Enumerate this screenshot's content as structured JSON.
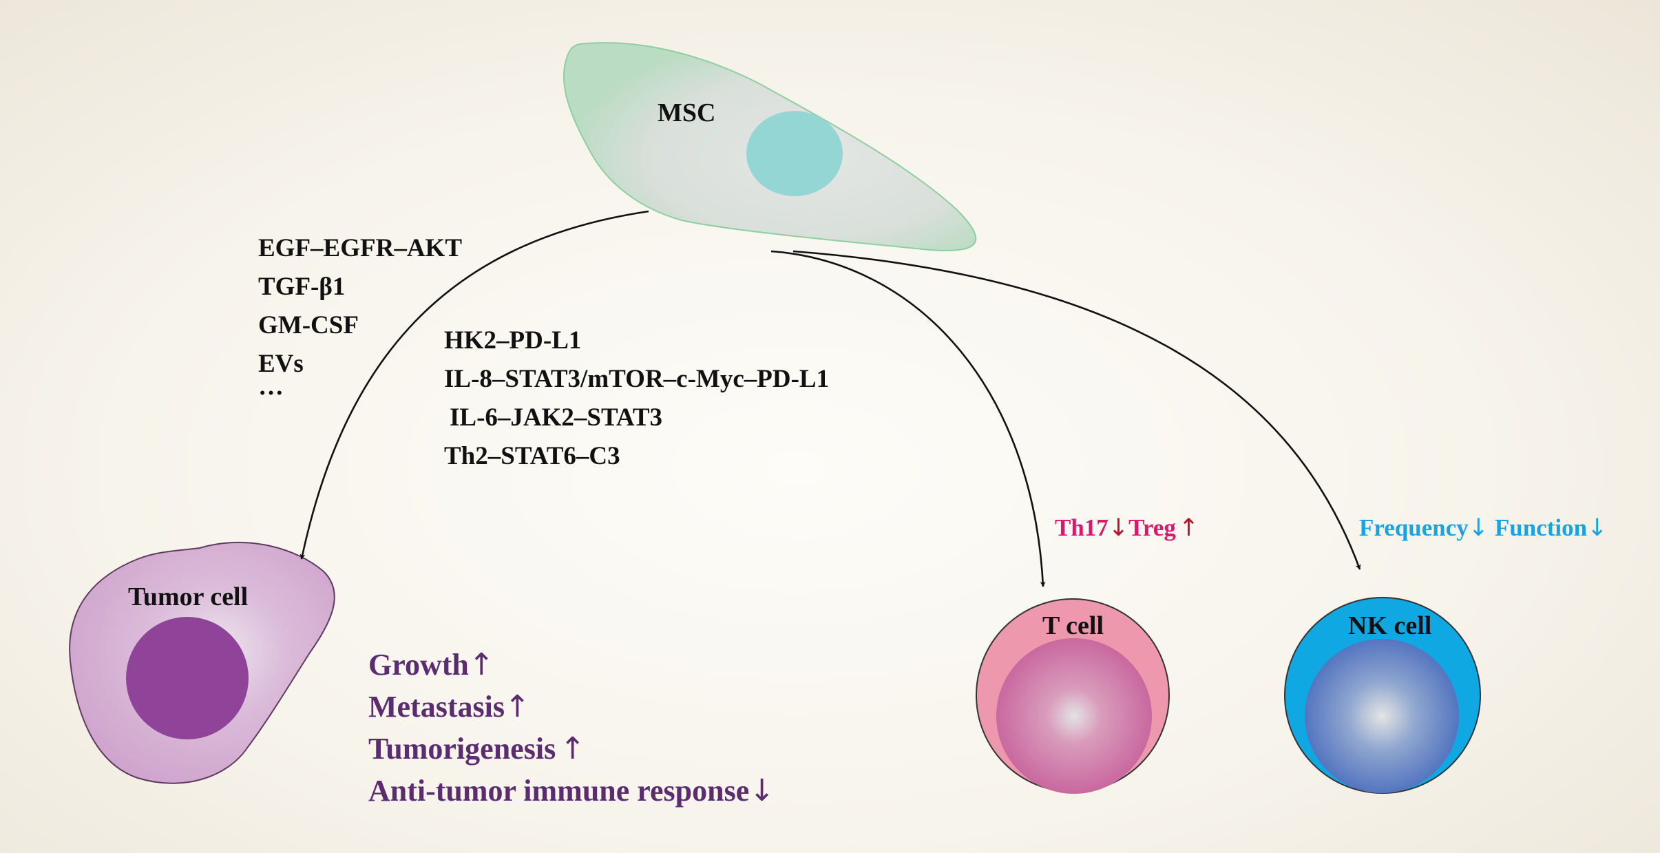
{
  "cells": {
    "msc": "MSC",
    "tumor": "Tumor cell",
    "t_cell": "T cell",
    "nk_cell": "NK cell"
  },
  "tumor_pathways": [
    "EGF–EGFR–AKT",
    "TGF-β1",
    "GM-CSF",
    "EVs",
    "···"
  ],
  "immune_pathways": [
    "HK2–PD-L1",
    "IL-8–STAT3/mTOR–c-Myc–PD-L1",
    "IL-6–JAK2–STAT3",
    "Th2–STAT6–C3"
  ],
  "t_cell_effect": {
    "th17": "Th17",
    "th17_arrow": "↓",
    "treg": "Treg",
    "treg_arrow": "↑"
  },
  "nk_cell_effect": {
    "frequency": "Frequency",
    "frequency_arrow": "↓",
    "function": "Function",
    "function_arrow": "↓"
  },
  "tumor_outcomes": [
    {
      "text": "Growth",
      "arrow": "↑"
    },
    {
      "text": "Metastasis",
      "arrow": "↑"
    },
    {
      "text": "Tumorigenesis",
      "arrow": "↑"
    },
    {
      "text": "Anti-tumor immune response",
      "arrow": "↓"
    }
  ],
  "colors": {
    "msc_body": "#dfe6df",
    "msc_border": "#8ecf9f",
    "msc_nucleus": "#93d6d4",
    "tumor_body": "#d7b2d6",
    "tumor_nucleus": "#8f4499",
    "t_cell_body": "#ed98ad",
    "t_cell_nucleus": "#cf6fa0",
    "nk_cell_body": "#10a8e3",
    "nk_cell_nucleus": "#5a80c5",
    "t_cell_effect": "#d81a6b",
    "nk_cell_effect": "#1aa3e3",
    "outcome": "#5b2c6f"
  }
}
